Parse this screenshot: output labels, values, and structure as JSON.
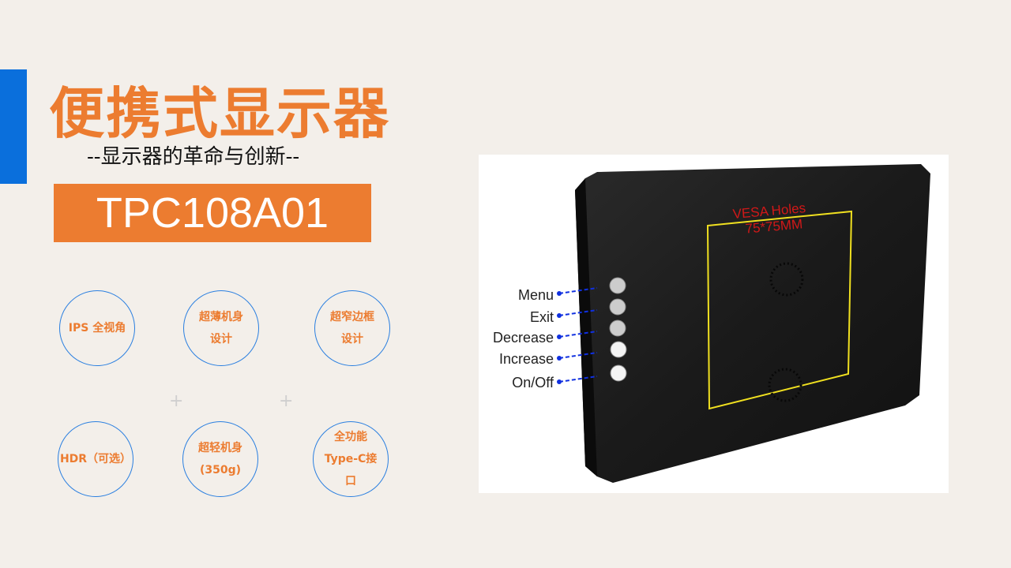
{
  "header": {
    "title": "便携式显示器",
    "subtitle": "--显示器的革命与创新--",
    "model": "TPC108A01"
  },
  "features": [
    {
      "line1": "IPS 全视角",
      "line2": ""
    },
    {
      "line1": "超薄机身",
      "line2": "设计"
    },
    {
      "line1": "超窄边框",
      "line2": "设计"
    },
    {
      "line1": "HDR（可选）",
      "line2": ""
    },
    {
      "line1": "超轻机身",
      "line2": "(350g)"
    },
    {
      "line1": "全功能",
      "line2": "Type-C接",
      "line3": "口"
    }
  ],
  "product_image": {
    "vesa_line1": "VESA Holes",
    "vesa_line2": "75*75MM",
    "buttons": [
      "Menu",
      "Exit",
      "Decrease",
      "Increase",
      "On/Off"
    ]
  },
  "colors": {
    "accent_blue": "#0a6fdc",
    "orange": "#ec7c30"
  }
}
